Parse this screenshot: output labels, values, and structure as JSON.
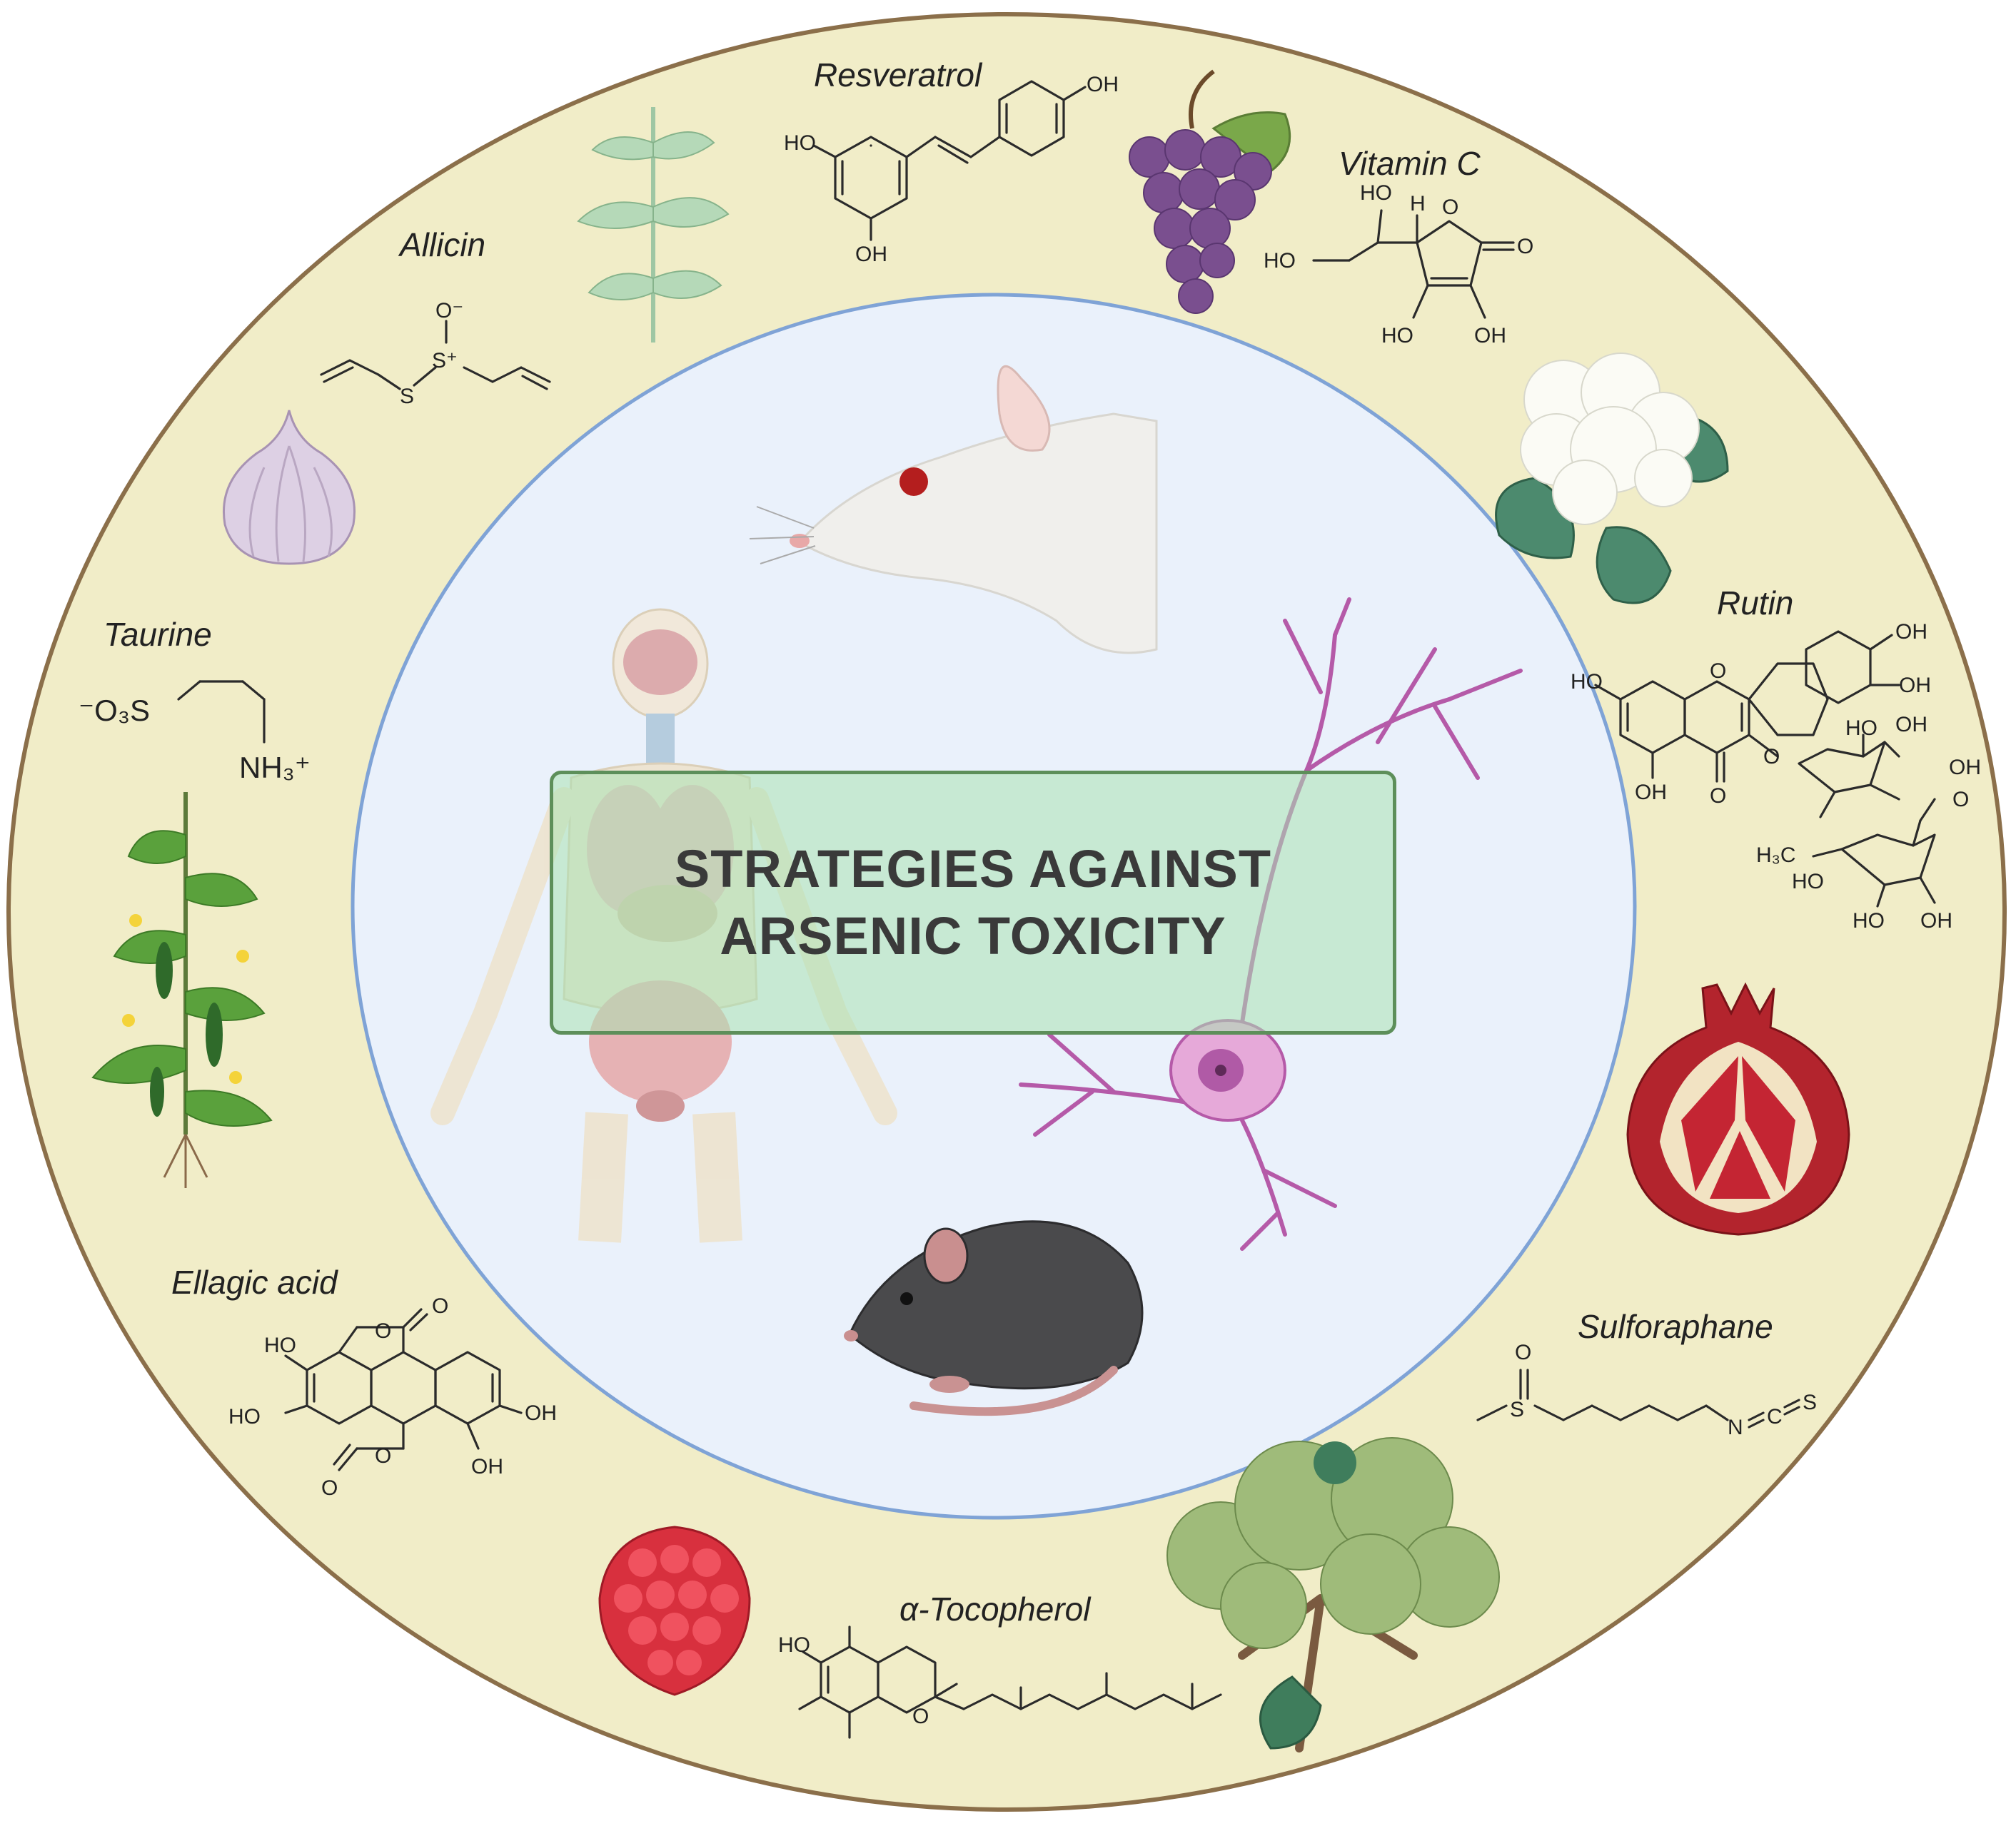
{
  "title": {
    "line1": "STRATEGIES AGAINST",
    "line2": "ARSENIC TOXICITY"
  },
  "compounds": [
    {
      "id": "resveratrol",
      "name": "Resveratrol"
    },
    {
      "id": "vitamin-c",
      "name": "Vitamin C"
    },
    {
      "id": "allicin",
      "name": "Allicin"
    },
    {
      "id": "rutin",
      "name": "Rutin"
    },
    {
      "id": "taurine",
      "name": "Taurine"
    },
    {
      "id": "ellagic-acid",
      "name": "Ellagic acid"
    },
    {
      "id": "sulforaphane",
      "name": "Sulforaphane"
    },
    {
      "id": "tocopherol",
      "name": "α-Tocopherol"
    }
  ],
  "atoms": {
    "oh": "OH",
    "ho": "HO",
    "h": "H",
    "o": "O",
    "s": "S",
    "n": "N",
    "c": "C",
    "o_minus": "O⁻",
    "s_plus": "S⁺",
    "o3s": "⁻O₃S",
    "nh3": "NH₃⁺",
    "h3c": "H₃C"
  },
  "colors": {
    "outer_ring": "#f1edc8",
    "inner_circle": "#eaf1fb",
    "inner_circle_border": "#7fa3d6",
    "title_box": "#aee2b2",
    "title_box_border": "#5d8f5a",
    "title_text": "#3a3a3a"
  },
  "icons": [
    "grape-icon",
    "wormwood-plant-icon",
    "garlic-icon",
    "cauliflower-icon",
    "cucumber-plant-icon",
    "pomegranate-icon",
    "raspberry-icon",
    "broccoli-icon",
    "rat-icon",
    "mouse-icon",
    "human-body-icon",
    "neuron-icon"
  ]
}
